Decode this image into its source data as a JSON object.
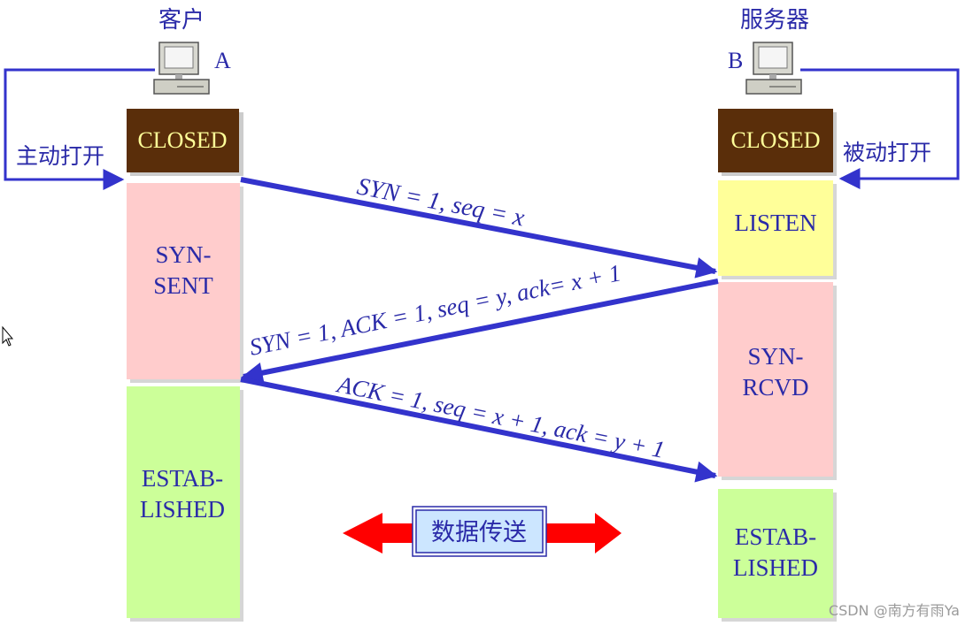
{
  "client": {
    "title": "客户",
    "letter": "A",
    "open_label": "主动打开",
    "states": {
      "closed": "CLOSED",
      "syn_sent_line1": "SYN-",
      "syn_sent_line2": "SENT",
      "estab_line1": "ESTAB-",
      "estab_line2": "LISHED"
    }
  },
  "server": {
    "title": "服务器",
    "letter": "B",
    "open_label": "被动打开",
    "states": {
      "closed": "CLOSED",
      "listen": "LISTEN",
      "syn_rcvd_line1": "SYN-",
      "syn_rcvd_line2": "RCVD",
      "estab_line1": "ESTAB-",
      "estab_line2": "LISHED"
    }
  },
  "messages": {
    "syn": "SYN = 1, seq = x",
    "syn_ack": "SYN = 1, ACK = 1, seq = y, ack= x + 1",
    "ack": "ACK = 1, seq = x + 1, ack = y + 1"
  },
  "data_transfer": "数据传送",
  "watermark": "CSDN @南方有雨Ya",
  "colors": {
    "closed": "#5a2e0a",
    "closed_text": "#ffff99",
    "syn_state": "#ffcccc",
    "listen": "#ffff99",
    "established": "#ccff99",
    "arrow": "#3333cc",
    "text": "#2a2aa8",
    "data_arrow": "#ff0000",
    "data_box": "#cce6ff"
  }
}
